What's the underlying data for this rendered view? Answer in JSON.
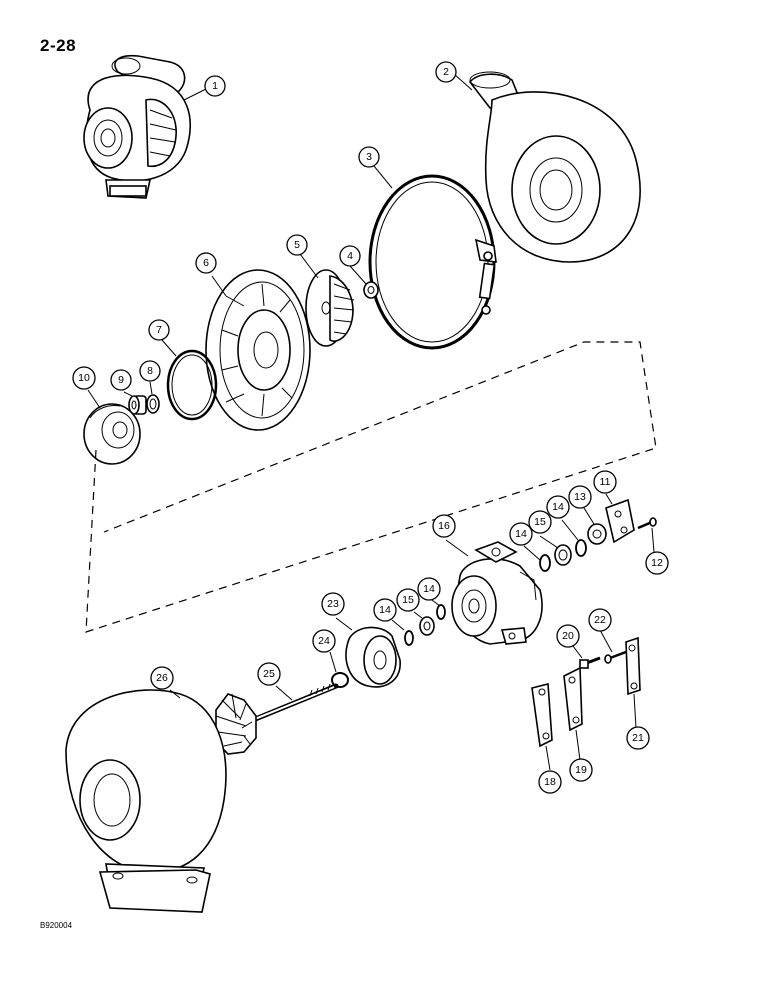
{
  "page": {
    "number": "2-28",
    "figure_code": "B920004"
  },
  "callouts": [
    {
      "id": "c1",
      "label": "1"
    },
    {
      "id": "c2",
      "label": "2"
    },
    {
      "id": "c3",
      "label": "3"
    },
    {
      "id": "c4",
      "label": "4"
    },
    {
      "id": "c5",
      "label": "5"
    },
    {
      "id": "c6",
      "label": "6"
    },
    {
      "id": "c7",
      "label": "7"
    },
    {
      "id": "c8",
      "label": "8"
    },
    {
      "id": "c9",
      "label": "9"
    },
    {
      "id": "c10",
      "label": "10"
    },
    {
      "id": "c11",
      "label": "11"
    },
    {
      "id": "c12",
      "label": "12"
    },
    {
      "id": "c13",
      "label": "13"
    },
    {
      "id": "c14a",
      "label": "14"
    },
    {
      "id": "c15a",
      "label": "15"
    },
    {
      "id": "c14b",
      "label": "14"
    },
    {
      "id": "c16",
      "label": "16"
    },
    {
      "id": "c14c",
      "label": "14"
    },
    {
      "id": "c15b",
      "label": "15"
    },
    {
      "id": "c14d",
      "label": "14"
    },
    {
      "id": "c23",
      "label": "23"
    },
    {
      "id": "c24",
      "label": "24"
    },
    {
      "id": "c25",
      "label": "25"
    },
    {
      "id": "c26",
      "label": "26"
    },
    {
      "id": "c20",
      "label": "20"
    },
    {
      "id": "c22",
      "label": "22"
    },
    {
      "id": "c18",
      "label": "18"
    },
    {
      "id": "c19",
      "label": "19"
    },
    {
      "id": "c21",
      "label": "21"
    }
  ]
}
